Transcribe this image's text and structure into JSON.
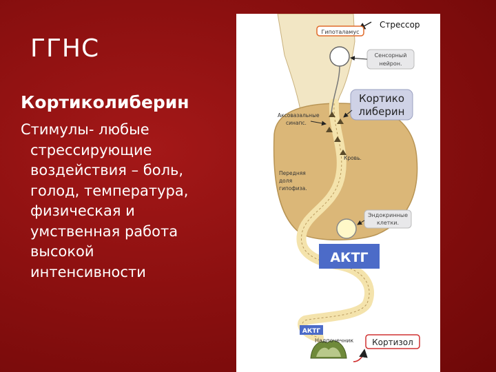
{
  "slide": {
    "title": "ГГНС",
    "subtitle": "Кортиколиберин",
    "body_lines": [
      "Стимулы- любые",
      "стрессирующие",
      "воздействия – боль,",
      "голод, температура,",
      "физическая и",
      "умственная работа",
      "высокой",
      "интенсивности"
    ]
  },
  "figure": {
    "labels": {
      "stressor": "Стрессор",
      "hypothalamus": "Гипоталамус",
      "sensory_line1": "Сенсорный",
      "sensory_line2": "нейрон.",
      "crh_line1": "Кортико",
      "crh_line2": "либерин",
      "axo_line1": "Аксовазальные",
      "axo_line2": "синапс.",
      "blood": "Кровь.",
      "anterior_line1": "Передняя",
      "anterior_line2": "доля",
      "anterior_line3": "гипофиза.",
      "endocrine_line1": "Эндокринные",
      "endocrine_line2": "клетки.",
      "acth": "АКТГ",
      "acth_small": "АКТГ",
      "adrenal": "Надпочечник",
      "cortisol": "Кортизол"
    },
    "colors": {
      "slide_background": "#8c1010",
      "gland": "#dbb778",
      "vessel": "#f4e3ac",
      "acth_box": "#4c6bc8",
      "crh_box": "#cfd2e6",
      "hypothalamus_box_border": "#e06a2a",
      "cortisol_box_border": "#d03030",
      "adrenal": "#6f8a3a"
    }
  }
}
